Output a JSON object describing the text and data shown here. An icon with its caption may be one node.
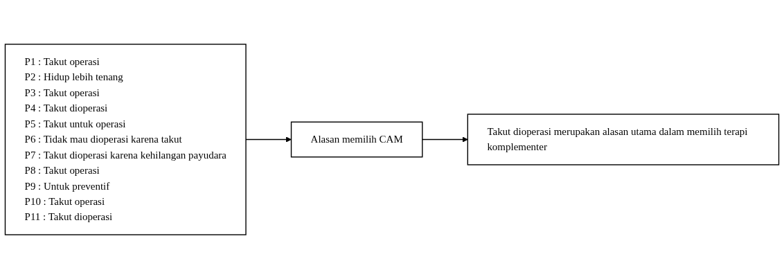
{
  "diagram": {
    "nodes": [
      {
        "text": [
          "P1 : Takut operasi",
          "P2 : Hidup lebih tenang",
          "P3 : Takut operasi",
          "P4 : Takut dioperasi",
          "P5 : Takut untuk operasi",
          "P6 : Tidak mau dioperasi karena takut",
          "P7 : Takut dioperasi karena kehilangan payudara",
          "P8 : Takut operasi",
          "P9 : Untuk preventif",
          "P10 : Takut operasi",
          "P11 : Takut dioperasi"
        ]
      },
      {
        "text": [
          "Alasan memilih CAM"
        ]
      },
      {
        "text": [
          "Takut dioperasi merupakan alasan utama dalam memilih terapi komplementer"
        ]
      }
    ],
    "edges": [
      {
        "from": 0,
        "to": 1,
        "arrow": "to"
      },
      {
        "from": 1,
        "to": 2,
        "arrow": "to"
      }
    ]
  }
}
